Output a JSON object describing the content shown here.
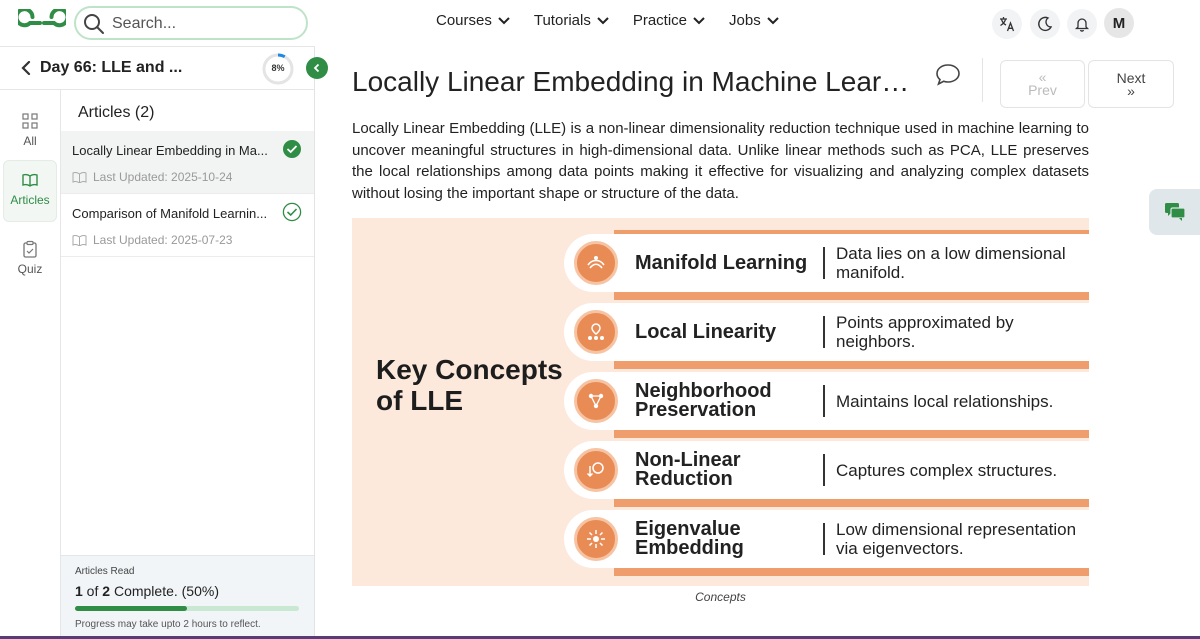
{
  "header": {
    "search_placeholder": "Search...",
    "nav": [
      "Courses",
      "Tutorials",
      "Practice",
      "Jobs"
    ],
    "avatar_initial": "M"
  },
  "sidebar": {
    "course_title": "Day 66: LLE and ...",
    "progress_label": "8%",
    "progress_percent": 8,
    "rail": [
      {
        "label": "All",
        "icon": "grid-icon"
      },
      {
        "label": "Articles",
        "icon": "book-icon",
        "active": true
      },
      {
        "label": "Quiz",
        "icon": "clipboard-icon"
      }
    ],
    "articles_heading": "Articles (2)",
    "articles": [
      {
        "title": "Locally Linear Embedding in Ma...",
        "updated": "Last Updated: 2025-10-24",
        "completed": true
      },
      {
        "title": "Comparison of Manifold Learnin...",
        "updated": "Last Updated: 2025-07-23",
        "completed": false
      }
    ],
    "read_box": {
      "label": "Articles Read",
      "done": "1",
      "total": "2",
      "of_text": " of ",
      "complete_text": " Complete. (50%)",
      "percent": 50,
      "note": "Progress may take upto 2 hours to reflect."
    }
  },
  "main": {
    "title": "Locally Linear Embedding in Machine Learnin...",
    "prev_label": "Prev",
    "next_label": "Next",
    "intro": "Locally Linear Embedding (LLE) is a non-linear dimensionality reduction technique used in machine learning to uncover meaningful structures in high-dimensional data. Unlike linear methods such as PCA, LLE preserves the local relationships among data points making it effective for visualizing and analyzing complex datasets without losing the important shape or structure of the data.",
    "figure": {
      "heading": "Key Concepts of LLE",
      "concepts": [
        {
          "name": "Manifold Learning",
          "desc": "Data lies on a low dimensional manifold."
        },
        {
          "name": "Local Linearity",
          "desc": "Points approximated by neighbors."
        },
        {
          "name": "Neighborhood Preservation",
          "desc": "Maintains local relationships."
        },
        {
          "name": "Non-Linear Reduction",
          "desc": "Captures complex structures."
        },
        {
          "name": "Eigenvalue Embedding",
          "desc": "Low dimensional representation via eigenvectors."
        }
      ],
      "caption": "Concepts"
    }
  },
  "colors": {
    "brand_green": "#2f8d46",
    "accent_orange": "#ef9d6c",
    "figure_bg": "#fde8dc"
  }
}
